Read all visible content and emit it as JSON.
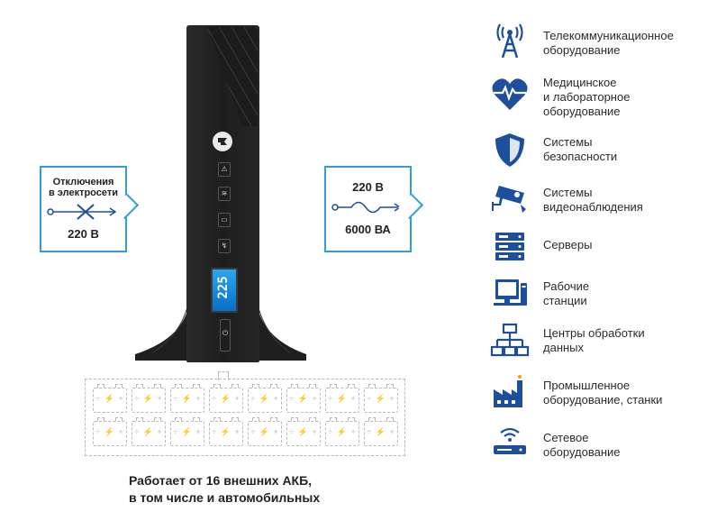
{
  "input_callout": {
    "line1": "Отключения",
    "line2": "в электросети",
    "voltage": "220 В"
  },
  "output_callout": {
    "voltage": "220 В",
    "power": "6000 ВА"
  },
  "ups": {
    "lcd_value": "225"
  },
  "batteries": {
    "count": 16,
    "caption_line1": "Работает от 16 внешних АКБ,",
    "caption_line2": "в том числе и автомобильных"
  },
  "applications": [
    {
      "icon": "antenna-tower-icon",
      "text": "Телекоммуникационное\nоборудование"
    },
    {
      "icon": "heart-pulse-icon",
      "text": "Медицинское\nи лабораторное\nоборудование"
    },
    {
      "icon": "shield-icon",
      "text": "Системы\nбезопасности"
    },
    {
      "icon": "cctv-camera-icon",
      "text": "Системы\nвидеонаблюдения"
    },
    {
      "icon": "server-icon",
      "text": "Серверы"
    },
    {
      "icon": "workstation-icon",
      "text": "Рабочие\nстанции"
    },
    {
      "icon": "network-nodes-icon",
      "text": "Центры обработки\nданных"
    },
    {
      "icon": "factory-icon",
      "text": "Промышленное\nоборудование, станки"
    },
    {
      "icon": "router-icon",
      "text": "Сетевое\nоборудование"
    }
  ],
  "colors": {
    "accent": "#2e9fd8",
    "icon": "#1e4f9c",
    "text": "#222222",
    "ups_body": "#1e1e1e",
    "lcd": "#1a8fe0"
  }
}
